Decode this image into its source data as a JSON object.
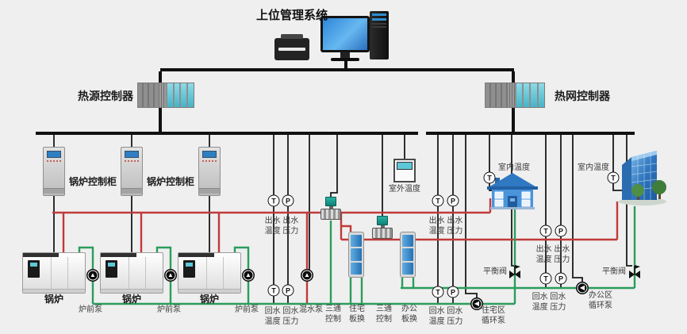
{
  "title": "上位管理系统",
  "controllers": {
    "heat_source": "热源控制器",
    "heat_network": "热网控制器"
  },
  "boiler_room": {
    "cabinet": "锅炉控制柜",
    "boiler": "锅炉",
    "front_pump": "炉前泵"
  },
  "sensor_labels": {
    "supply_l1": "出水 出水",
    "supply_l2": "温度 压力",
    "return_l1": "回水 回水",
    "return_l2": "温度 压力",
    "outdoor": "室外温度",
    "indoor": "室内温度",
    "t": "T",
    "p": "P"
  },
  "equipment": {
    "mixing_pump": "混水泵",
    "three_way": "三通控制",
    "res_hx": "住宅板换",
    "off_hx": "办公板换",
    "balance_valve": "平衡阀",
    "res_circ_pump": "住宅区循环泵",
    "off_circ_pump": "办公区循环泵"
  },
  "icons": {
    "pump_up": "▲",
    "pump_left": "◀",
    "computer": "desktop-pc-icon",
    "printer": "printer-icon",
    "plc": "plc-rack-icon",
    "house": "residential-building-icon",
    "office": "office-building-icon"
  },
  "colors": {
    "supply_pipe": "#c03a3a",
    "return_pipe": "#2a9d5c",
    "signal_line": "#1a1a1a",
    "bus_line": "#111111",
    "plc_module": "#57c7d8",
    "background": "#efefef"
  }
}
